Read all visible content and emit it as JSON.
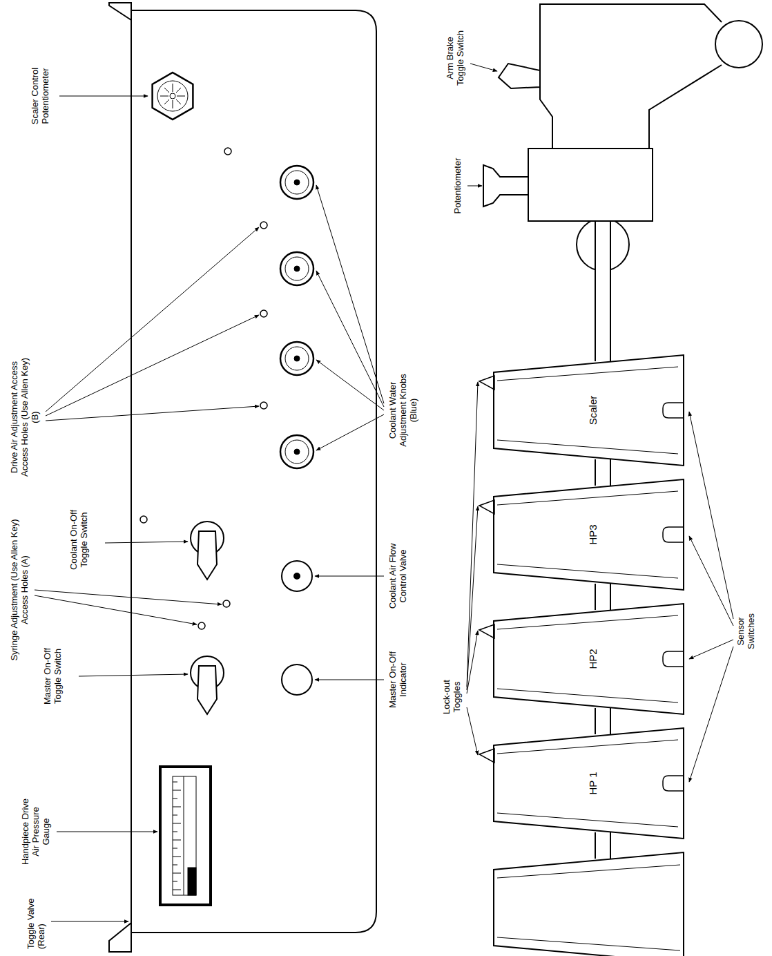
{
  "diagram": {
    "nodes": [
      {
        "text": [
          "HP 1"
        ]
      },
      {
        "text": [
          "HP2"
        ]
      },
      {
        "text": [
          "HP3"
        ]
      },
      {
        "text": [
          "Scaler"
        ]
      }
    ],
    "labels": [
      "Toggle Valve (Rear)",
      "Handpiece Drive Air Pressure Gauge",
      "Master On-Off Toggle Switch",
      "Syringe Adjustment (Use Allen Key) Access Holes (A)",
      "Coolant On-Off Toggle Switch",
      "Drive Air Adjustment Access Access Holes (Use Allen Key) (B)",
      "Scaler Control Potentiometer",
      "Master On-Off Indicator",
      "Coolant Air Flow Control Valve",
      "Coolant Water Adjustment Knobs (Blue)",
      "Lock-out Toggles",
      "Sensor Switches",
      "Potentiometer",
      "Arm Brake Toggle Switch"
    ]
  }
}
